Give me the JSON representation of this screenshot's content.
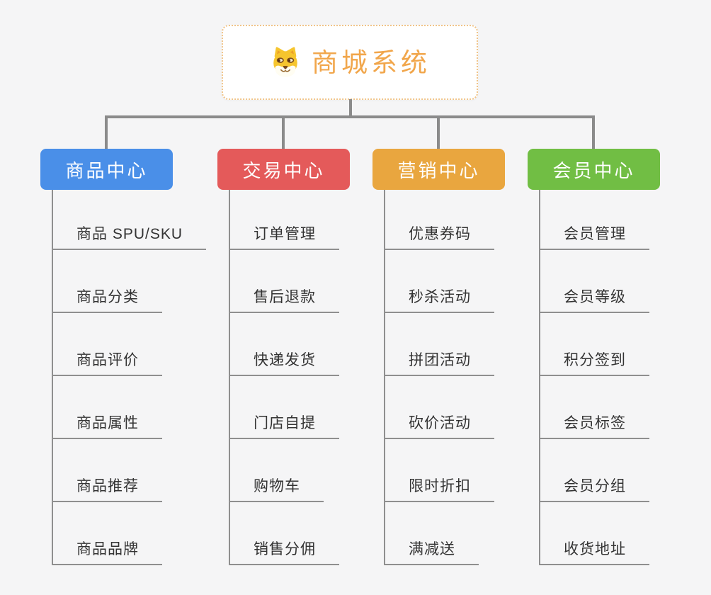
{
  "mindmap": {
    "root": {
      "title": "商城系统",
      "icon": "doge-icon",
      "text_color": "#f1a64b",
      "border_color": "#f0c489",
      "background": "#ffffff"
    },
    "connector_color": "#8b8b8b",
    "leaf_line_color": "#8f8f8f",
    "leaf_text_color": "#333333",
    "branches": [
      {
        "label": "商品中心",
        "color": "#4a8fe8",
        "children": [
          "商品 SPU/SKU",
          "商品分类",
          "商品评价",
          "商品属性",
          "商品推荐",
          "商品品牌"
        ]
      },
      {
        "label": "交易中心",
        "color": "#e45a5a",
        "children": [
          "订单管理",
          "售后退款",
          "快递发货",
          "门店自提",
          "购物车",
          "销售分佣"
        ]
      },
      {
        "label": "营销中心",
        "color": "#e9a63f",
        "children": [
          "优惠券码",
          "秒杀活动",
          "拼团活动",
          "砍价活动",
          "限时折扣",
          "满减送"
        ]
      },
      {
        "label": "会员中心",
        "color": "#71be44",
        "children": [
          "会员管理",
          "会员等级",
          "积分签到",
          "会员标签",
          "会员分组",
          "收货地址"
        ]
      }
    ]
  }
}
